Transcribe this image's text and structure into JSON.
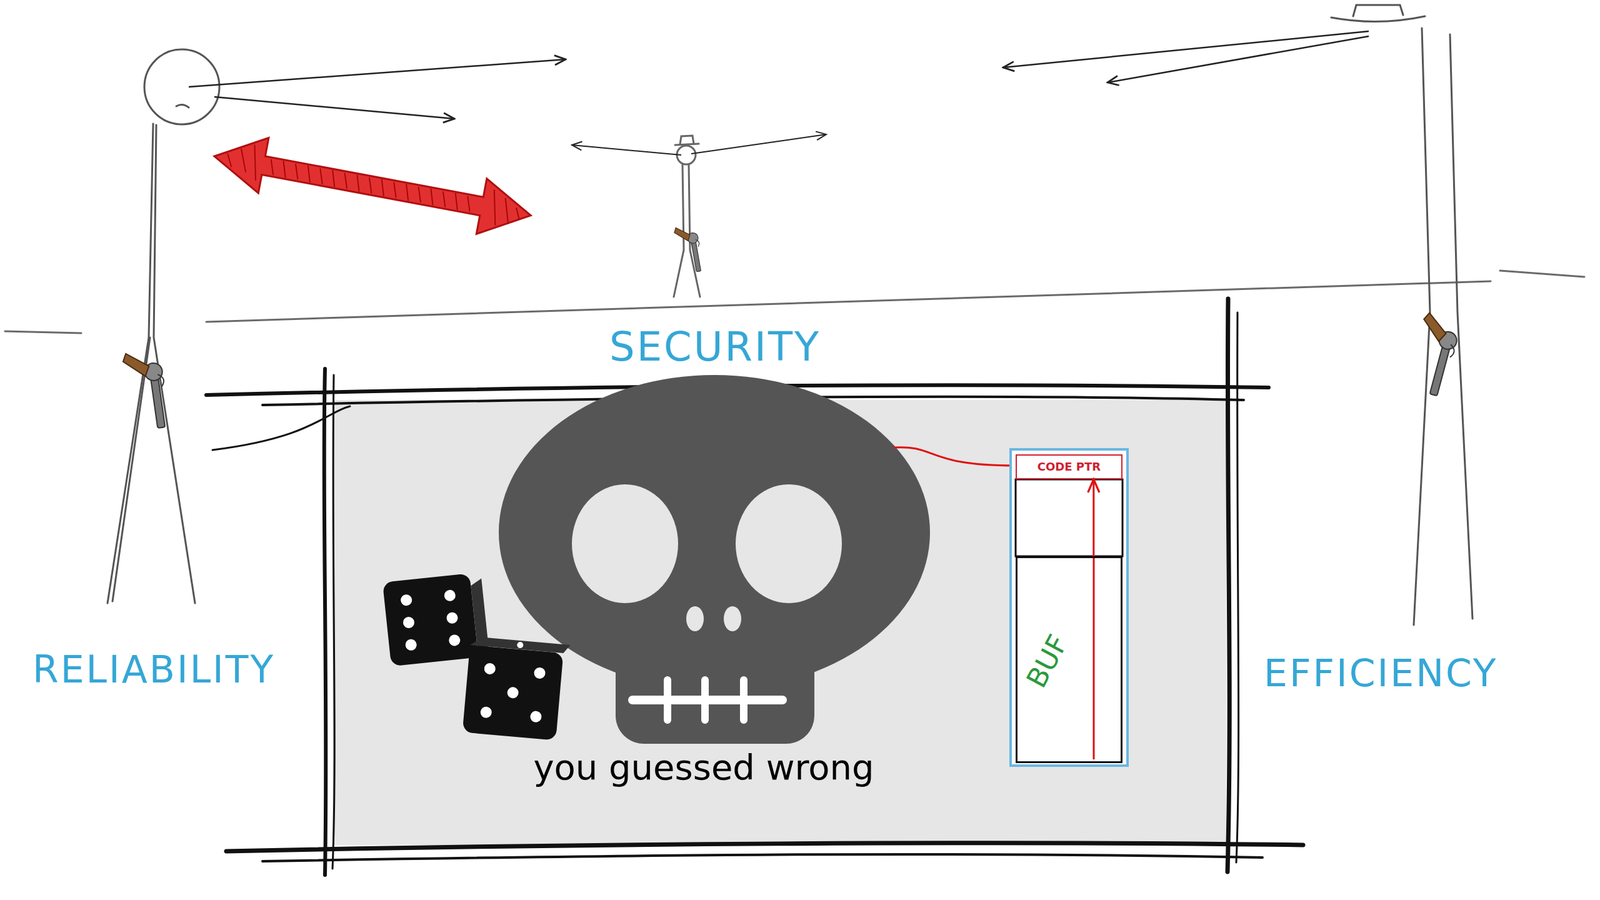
{
  "diagram": {
    "nodes": [
      {
        "text": [
          "you guessed wrong"
        ]
      },
      {
        "text": [
          "CODE PTR"
        ],
        "in": 0
      },
      {
        "text": [
          "BUF"
        ],
        "in": 0
      }
    ],
    "edges": [
      {
        "from": 2,
        "to": 1,
        "arrow": "to"
      }
    ],
    "labels": [
      "SECURITY",
      "RELIABILITY",
      "EFFICIENCY"
    ]
  }
}
